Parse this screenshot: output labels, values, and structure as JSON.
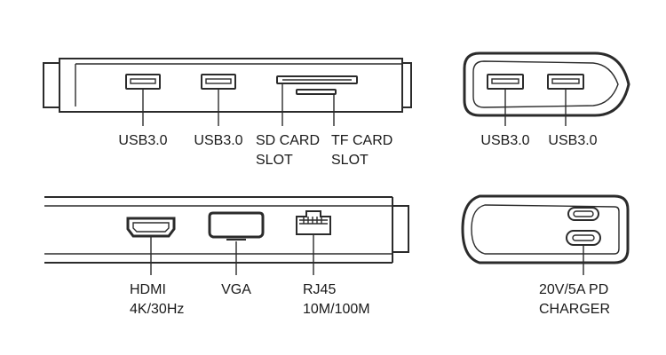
{
  "colors": {
    "line": "#2b2b2b",
    "text": "#1a1a1a",
    "background": "#ffffff"
  },
  "top_side": {
    "ports": [
      {
        "id": "usb-a-1",
        "icon": "usb-a-port-icon",
        "label_lines": [
          "USB3.0"
        ]
      },
      {
        "id": "usb-a-2",
        "icon": "usb-a-port-icon",
        "label_lines": [
          "USB3.0"
        ]
      },
      {
        "id": "sd-slot",
        "icon": "sd-card-slot-icon",
        "label_lines": [
          "SD CARD",
          "SLOT"
        ]
      },
      {
        "id": "tf-slot",
        "icon": "tf-card-slot-icon",
        "label_lines": [
          "TF CARD",
          "SLOT"
        ]
      }
    ]
  },
  "top_end": {
    "ports": [
      {
        "id": "usb-a-3",
        "icon": "usb-a-port-icon",
        "label_lines": [
          "USB3.0"
        ]
      },
      {
        "id": "usb-a-4",
        "icon": "usb-a-port-icon",
        "label_lines": [
          "USB3.0"
        ]
      }
    ]
  },
  "bottom_side": {
    "ports": [
      {
        "id": "hdmi",
        "icon": "hdmi-port-icon",
        "label_lines": [
          "HDMI",
          "4K/30Hz"
        ]
      },
      {
        "id": "vga",
        "icon": "vga-port-icon",
        "label_lines": [
          "VGA"
        ]
      },
      {
        "id": "rj45",
        "icon": "rj45-port-icon",
        "label_lines": [
          "RJ45",
          "10M/100M"
        ]
      }
    ]
  },
  "bottom_end": {
    "ports": [
      {
        "id": "usb-c-pd",
        "icon": "usb-c-port-icon",
        "label_lines": [
          "20V/5A PD",
          "CHARGER"
        ]
      }
    ]
  }
}
